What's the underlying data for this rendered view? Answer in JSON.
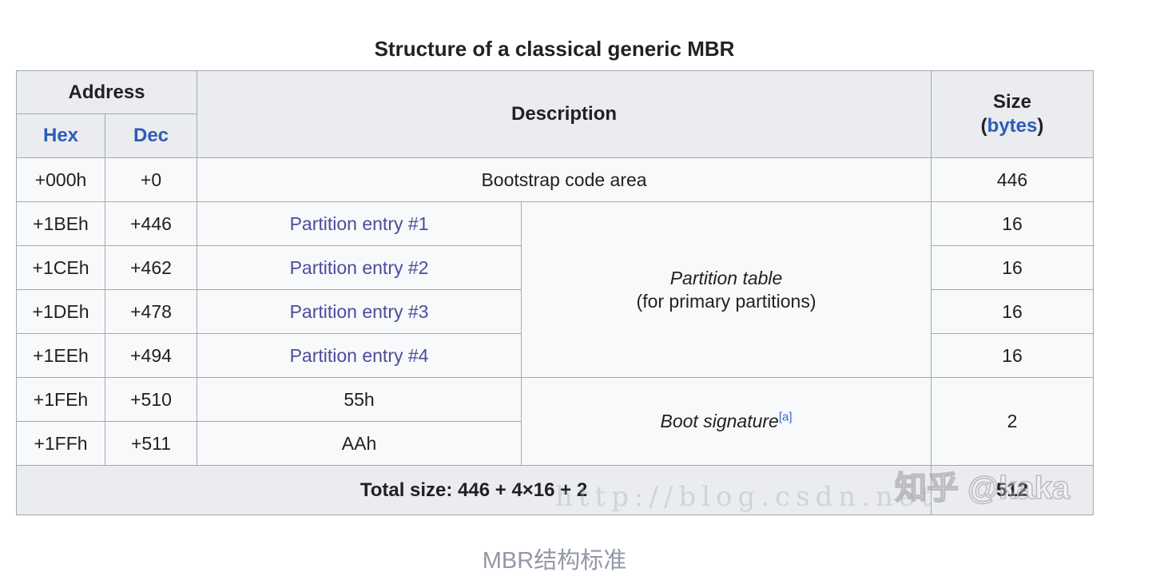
{
  "title": "Structure of a classical generic MBR",
  "caption": "MBR结构标准",
  "watermarks": {
    "zhihu": "知乎 @kaka",
    "url": "http://blog.csdn.net"
  },
  "colors": {
    "table_border": "#a2a9b1",
    "header_bg": "#eaecf0",
    "body_bg": "#f8f9fa",
    "text": "#202122",
    "link_blue": "#2d5bb9",
    "link_visited_purple": "#4d4b9e",
    "ref_blue": "#3366cc",
    "caption_gray": "#9299a3"
  },
  "table": {
    "header": {
      "address": "Address",
      "hex": "Hex",
      "dec": "Dec",
      "description": "Description",
      "size_line1": "Size",
      "size_open": "(",
      "size_link": "bytes",
      "size_close": ")"
    },
    "bootstrap": {
      "hex": "+000h",
      "dec": "+0",
      "desc": "Bootstrap code area",
      "size": "446"
    },
    "partitions": [
      {
        "hex": "+1BEh",
        "dec": "+446",
        "label": "Partition entry #1",
        "size": "16"
      },
      {
        "hex": "+1CEh",
        "dec": "+462",
        "label": "Partition entry #2",
        "size": "16"
      },
      {
        "hex": "+1DEh",
        "dec": "+478",
        "label": "Partition entry #3",
        "size": "16"
      },
      {
        "hex": "+1EEh",
        "dec": "+494",
        "label": "Partition entry #4",
        "size": "16"
      }
    ],
    "partition_table": {
      "line1": "Partition table",
      "line2": "(for primary partitions)"
    },
    "boot_signature": {
      "rows": [
        {
          "hex": "+1FEh",
          "dec": "+510",
          "value": "55h"
        },
        {
          "hex": "+1FFh",
          "dec": "+511",
          "value": "AAh"
        }
      ],
      "label": "Boot signature",
      "ref": "[a]",
      "size": "2"
    },
    "footer": {
      "label": "Total size: 446 + 4×16 + 2",
      "size": "512"
    }
  }
}
